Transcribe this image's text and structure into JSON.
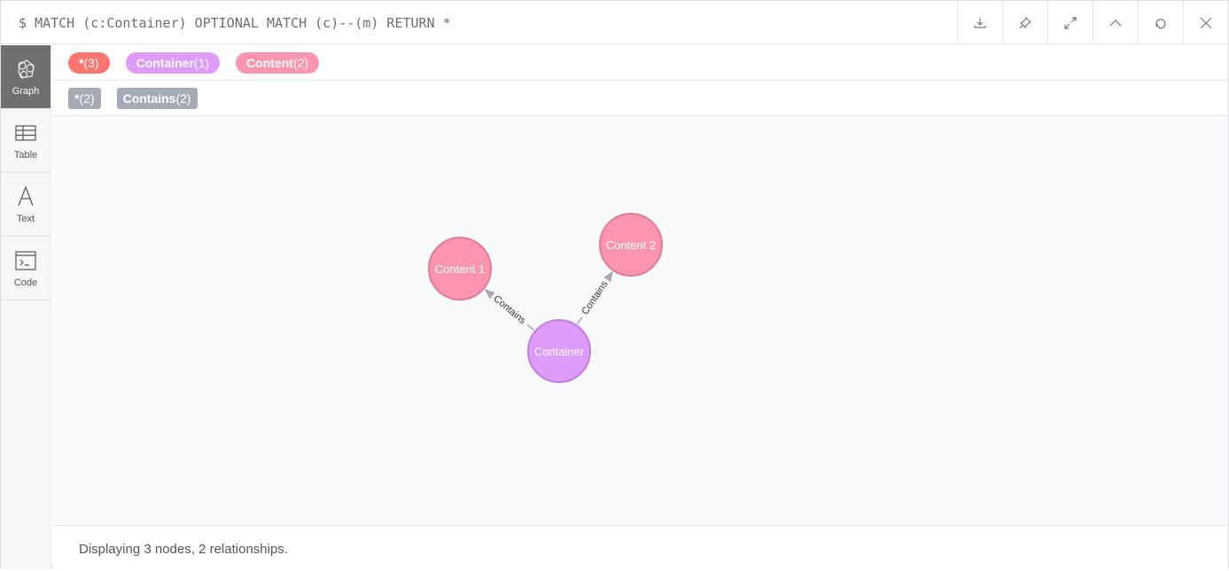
{
  "query": "$ MATCH (c:Container) OPTIONAL MATCH (c)--(m) RETURN *",
  "actions": [
    "download",
    "pin",
    "expand",
    "collapse",
    "rerun",
    "close"
  ],
  "sidebar": [
    {
      "label": "Graph",
      "active": true
    },
    {
      "label": "Table"
    },
    {
      "label": "Text"
    },
    {
      "label": "Code"
    }
  ],
  "labels": [
    {
      "name": "*",
      "count": "(3)",
      "color": "#ff756e"
    },
    {
      "name": "Container",
      "count": "(1)",
      "color": "#de9bf9"
    },
    {
      "name": "Content",
      "count": "(2)",
      "color": "#fb95af"
    }
  ],
  "relationships": [
    {
      "name": "*",
      "count": "(2)"
    },
    {
      "name": "Contains",
      "count": "(2)"
    }
  ],
  "graph": {
    "nodes": [
      {
        "id": "c1",
        "label": "Content 1",
        "color": "#fb95af",
        "stroke": "#e07c96"
      },
      {
        "id": "c2",
        "label": "Content 2",
        "color": "#fb95af",
        "stroke": "#e07c96"
      },
      {
        "id": "ct",
        "label": "Container",
        "color": "#de9bf9",
        "stroke": "#c27fdb"
      }
    ],
    "edges": [
      {
        "from": "ct",
        "to": "c1",
        "type": "Contains"
      },
      {
        "from": "ct",
        "to": "c2",
        "type": "Contains"
      }
    ]
  },
  "status": "Displaying 3 nodes, 2 relationships."
}
